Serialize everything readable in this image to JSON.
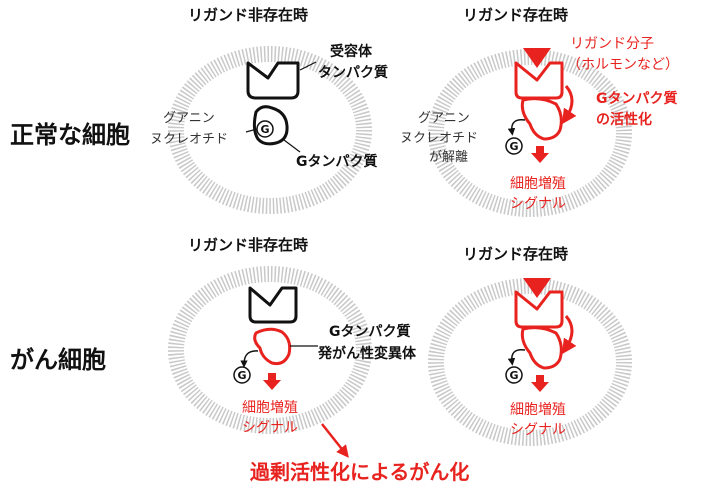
{
  "colors": {
    "red": "#e8231f",
    "black": "#111111",
    "gray_text": "#333333",
    "membrane": "#c8c8c8"
  },
  "rows": {
    "normal": "正常な細胞",
    "cancer": "がん細胞"
  },
  "panels": {
    "tl": {
      "heading": "リガンド非存在時",
      "receptor_label_1": "受容体",
      "receptor_label_2": "タンパク質",
      "gdp_label_1": "グアニン",
      "gdp_label_2": "ヌクレオチド",
      "g_label": "Gタンパク質",
      "g_symbol": "G"
    },
    "tr": {
      "heading": "リガンド存在時",
      "ligand_label_1": "リガンド分子",
      "ligand_label_2": "（ホルモンなど）",
      "activation_1": "Gタンパク質",
      "activation_2": "の活性化",
      "gdp_label_1": "グアニン",
      "gdp_label_2": "ヌクレオチド",
      "gdp_label_3": "が解離",
      "g_symbol": "G",
      "signal_1": "細胞増殖",
      "signal_2": "シグナル"
    },
    "bl": {
      "heading": "リガンド非存在時",
      "mutant_1": "Gタンパク質",
      "mutant_2": "発がん性変異体",
      "g_symbol": "G",
      "signal_1": "細胞増殖",
      "signal_2": "シグナル"
    },
    "br": {
      "heading": "リガンド存在時",
      "g_symbol": "G",
      "signal_1": "細胞増殖",
      "signal_2": "シグナル"
    }
  },
  "conclusion": "過剰活性化によるがん化"
}
